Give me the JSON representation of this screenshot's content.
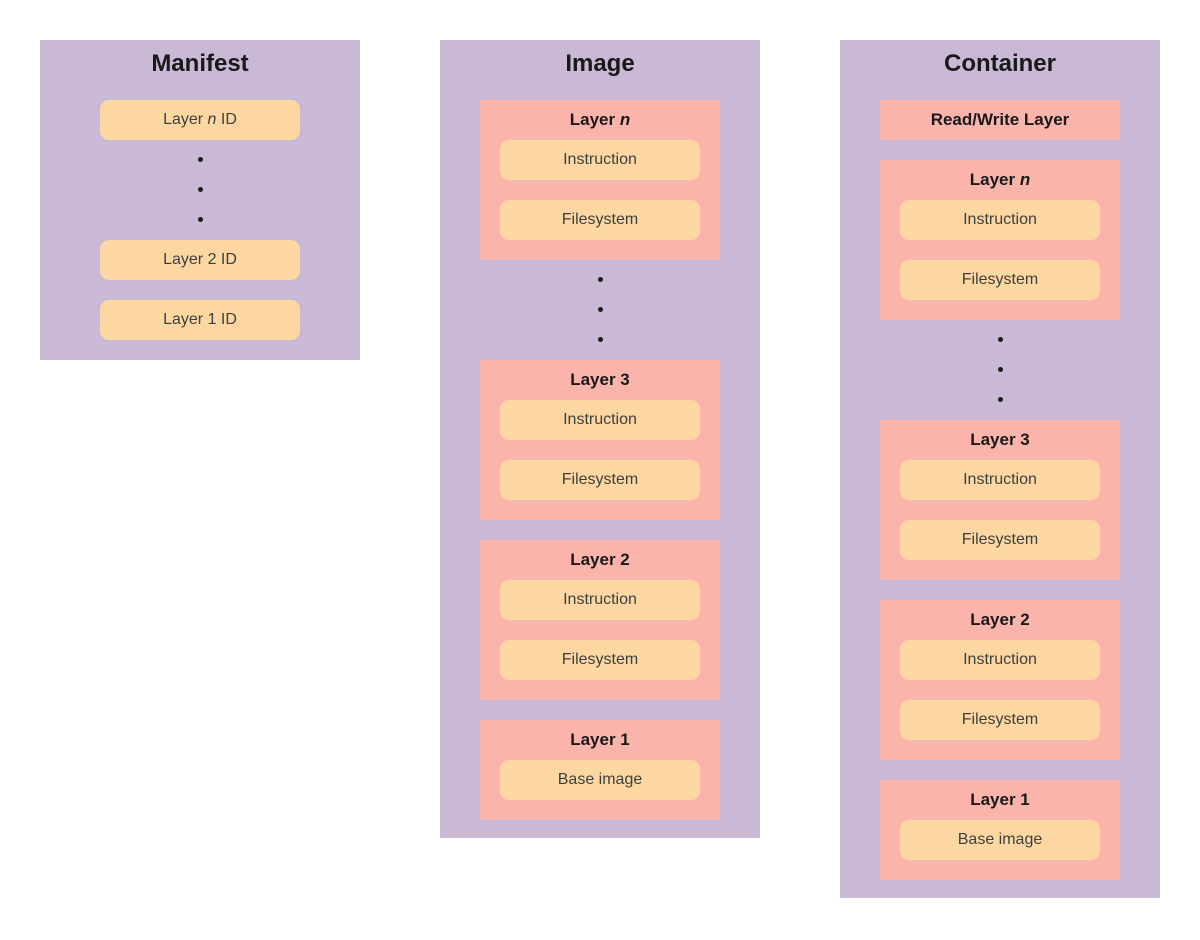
{
  "colors": {
    "panel_bg": "#cab9d4",
    "layer_bg": "#fbb4ab",
    "item_bg": "#fdd7a1",
    "heading_ink": "#191919",
    "label_ink": "#3f3f3f"
  },
  "manifest": {
    "title": "Manifest",
    "ids": [
      {
        "prefix": "Layer ",
        "emph": "n",
        "suffix": " ID"
      },
      {
        "prefix": "Layer 2 ID",
        "emph": "",
        "suffix": ""
      },
      {
        "prefix": "Layer 1 ID",
        "emph": "",
        "suffix": ""
      }
    ]
  },
  "image": {
    "title": "Image",
    "layers": [
      {
        "prefix": "Layer ",
        "emph": "n",
        "items": [
          "Instruction",
          "Filesystem"
        ]
      },
      {
        "prefix": "Layer 3",
        "emph": "",
        "items": [
          "Instruction",
          "Filesystem"
        ]
      },
      {
        "prefix": "Layer 2",
        "emph": "",
        "items": [
          "Instruction",
          "Filesystem"
        ]
      },
      {
        "prefix": "Layer 1",
        "emph": "",
        "items": [
          "Base image"
        ]
      }
    ]
  },
  "container": {
    "title": "Container",
    "rw_layer": "Read/Write Layer",
    "layers": [
      {
        "prefix": "Layer ",
        "emph": "n",
        "items": [
          "Instruction",
          "Filesystem"
        ]
      },
      {
        "prefix": "Layer 3",
        "emph": "",
        "items": [
          "Instruction",
          "Filesystem"
        ]
      },
      {
        "prefix": "Layer 2",
        "emph": "",
        "items": [
          "Instruction",
          "Filesystem"
        ]
      },
      {
        "prefix": "Layer 1",
        "emph": "",
        "items": [
          "Base image"
        ]
      }
    ]
  }
}
